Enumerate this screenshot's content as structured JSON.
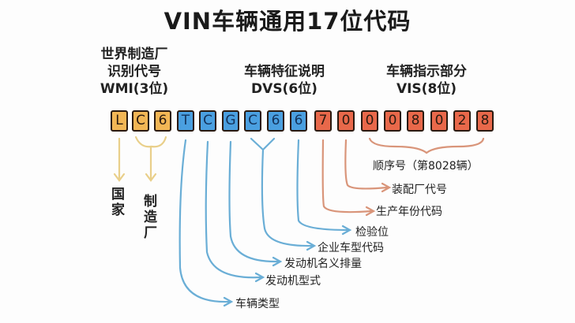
{
  "title": "VIN车辆通用17位代码",
  "groups": {
    "wmi": {
      "line1": "世界制造厂",
      "line2": "识别代号",
      "line3": "WMI(3位)"
    },
    "dvs": {
      "line1": "车辆特征说明",
      "line2": "DVS(6位)"
    },
    "vis": {
      "line1": "车辆指示部分",
      "line2": "VIS(8位)"
    }
  },
  "chars": [
    "L",
    "C",
    "6",
    "T",
    "C",
    "G",
    "C",
    "6",
    "6",
    "7",
    "0",
    "0",
    "0",
    "8",
    "0",
    "2",
    "8"
  ],
  "colors": {
    "wmi": "#f2b655",
    "dvs": "#4a9fe0",
    "vis": "#e8684a",
    "wmi_line": "#e9cf8a",
    "dvs_line": "#6aaed6",
    "vis_line": "#d9957a"
  },
  "annotations": {
    "country": "国家",
    "manufacturer": "制造厂",
    "serial": "顺序号（第8028辆）",
    "plant": "装配厂代号",
    "year": "生产年份代码",
    "check": "检验位",
    "model": "企业车型代码",
    "displacement": "发动机名义排量",
    "engine": "发动机型式",
    "vehicle_type": "车辆类型"
  }
}
